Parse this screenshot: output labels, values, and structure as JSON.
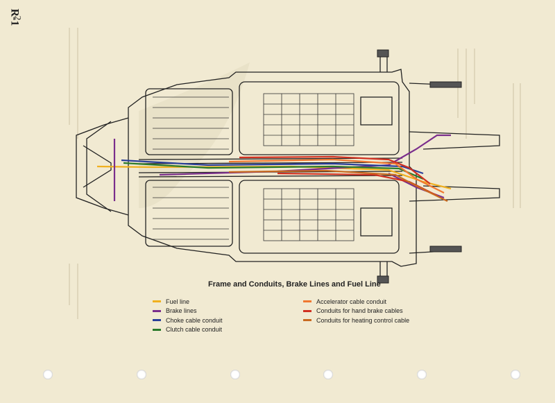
{
  "page": {
    "code": "R-1",
    "number": "2"
  },
  "diagram": {
    "title": "Frame and Conduits, Brake Lines and Fuel Line"
  },
  "legend": {
    "left": [
      {
        "label": "Fuel line",
        "color": "#f0b020"
      },
      {
        "label": "Brake lines",
        "color": "#7a2d8c"
      },
      {
        "label": "Choke cable conduit",
        "color": "#2a3f9a"
      },
      {
        "label": "Clutch cable conduit",
        "color": "#2a7a2a"
      }
    ],
    "right": [
      {
        "label": "Accelerator cable conduit",
        "color": "#f07830"
      },
      {
        "label": "Conduits for hand brake cables",
        "color": "#d03020"
      },
      {
        "label": "Conduits for heating control cable",
        "color": "#c86a20"
      }
    ]
  }
}
